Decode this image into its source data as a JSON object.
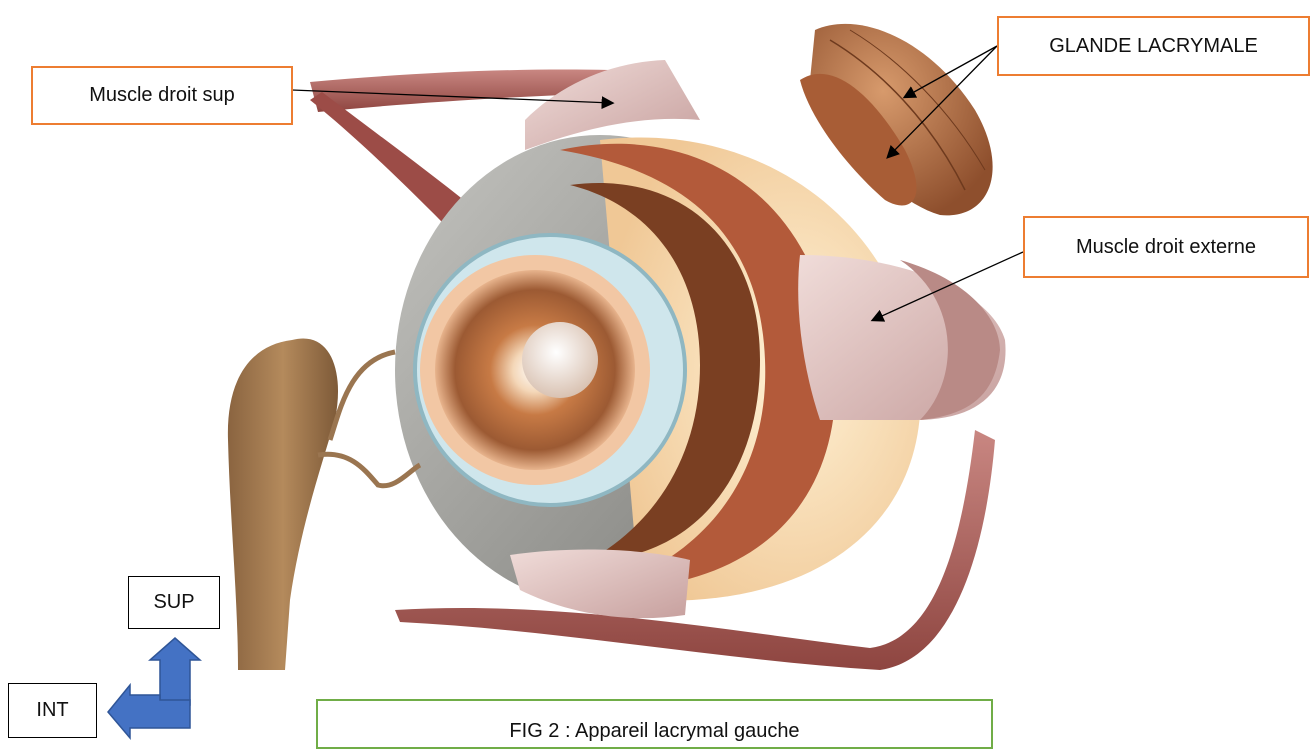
{
  "labels": {
    "muscle_droit_sup": "Muscle droit sup",
    "glande_lacrymale": "GLANDE LACRYMALE",
    "muscle_droit_externe": "Muscle droit externe",
    "sup": "SUP",
    "int": "INT",
    "caption": "FIG 2 : Appareil lacrymal gauche"
  },
  "colors": {
    "label_border": "#ed7d31",
    "caption_border": "#70ad47",
    "orientation_arrow": "#4472c4",
    "muscle": "#b5706e",
    "sclera": "#9a9a96",
    "iris": "#a0572f",
    "lacrimal_sac": "#a07a4f",
    "gland": "#b06a42"
  },
  "icons": {
    "orientation": "l-shaped-double-arrow-icon"
  }
}
